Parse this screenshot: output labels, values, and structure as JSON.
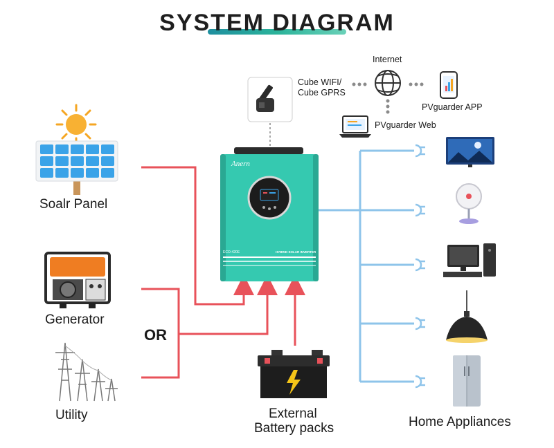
{
  "title": "SYSTEM DIAGRAM",
  "sources": {
    "solar": "Soalr Panel",
    "generator": "Generator",
    "or": "OR",
    "utility": "Utility"
  },
  "monitoring": {
    "wifi_line1": "Cube WIFI/",
    "wifi_line2": "Cube  GPRS",
    "internet": "Internet",
    "app": "PVguarder APP",
    "web": "PVguarder Web"
  },
  "inverter": {
    "brand": "Anern",
    "model": "ECO-420E",
    "product": "HYBRID SOLAR INVERTER"
  },
  "battery": {
    "line1": "External",
    "line2": "Battery packs"
  },
  "loads": {
    "label": "Home Appliances"
  },
  "colors": {
    "title_bar": "#2bb39a",
    "inverter_body": "#35c9b0",
    "source_wire": "#e8525a",
    "load_wire": "#8ec4ea",
    "network_dots": "#8a8a8a"
  }
}
